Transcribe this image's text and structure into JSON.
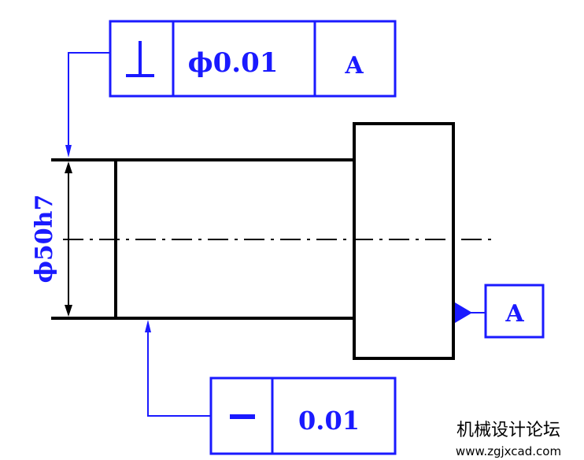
{
  "colors": {
    "annotation": "#1a1aff",
    "geometry": "#000000",
    "background": "#ffffff"
  },
  "frames": {
    "perpendicularity": {
      "symbol": "⊥",
      "tolerance": "ϕ0.01",
      "datum": "A"
    },
    "straightness": {
      "symbol": "–",
      "tolerance": "0.01"
    },
    "datum_box": {
      "label": "A"
    }
  },
  "dimension": {
    "diameter_label": "ϕ50h7"
  },
  "watermark": {
    "title": "机械设计论坛",
    "url": "www.zgjxcad.com"
  }
}
